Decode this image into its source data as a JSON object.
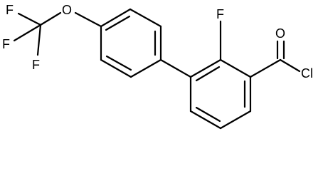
{
  "structure": {
    "atoms": {
      "f_left_top": "F",
      "f_left_bottom_left": "F",
      "f_left_bottom_right": "F",
      "o_ether": "O",
      "f_ring": "F",
      "o_carbonyl": "O",
      "cl": "Cl"
    }
  }
}
